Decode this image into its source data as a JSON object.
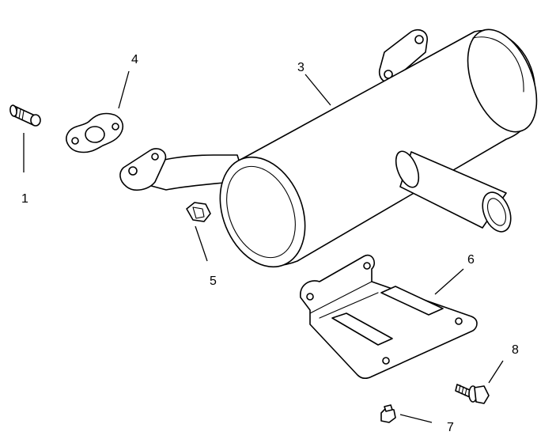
{
  "callouts": {
    "c1": "1",
    "c2": "3",
    "c3": "4",
    "c4": "5",
    "c5": "6",
    "c6": "7",
    "c7": "8"
  },
  "colors": {
    "line": "#000000",
    "background": "#ffffff"
  }
}
